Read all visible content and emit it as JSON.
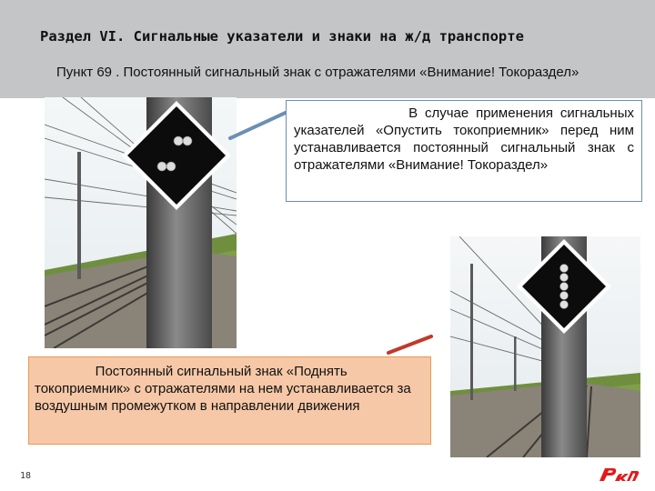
{
  "header": {
    "section_title": "Раздел VI. Сигнальные указатели и знаки на ж/д транспорте",
    "point_title": "Пункт 69 . Постоянный сигнальный знак с отражателями «Внимание! Токораздел»"
  },
  "callouts": {
    "top_text": "                В случае применения сигнальных указателей «Опустить токоприемник» перед ним устанавливается постоянный сигнальный знак с отражателями «Внимание! Токораздел»",
    "bottom_text": "                Постоянный сигнальный знак «Поднять токоприемник» с отражателями на нем устанавливается за воздушным промежутком в направлении движения",
    "top_border_color": "#6a8fb4",
    "bottom_fill_color": "#f6c8a7"
  },
  "footer": {
    "slide_number": "18",
    "logo_text": "РЖД",
    "logo_color": "#e21a1a"
  },
  "colors": {
    "header_band": "#c4c5c7",
    "top_pointer": "#6a8fb4",
    "bottom_pointer": "#c0392b"
  }
}
